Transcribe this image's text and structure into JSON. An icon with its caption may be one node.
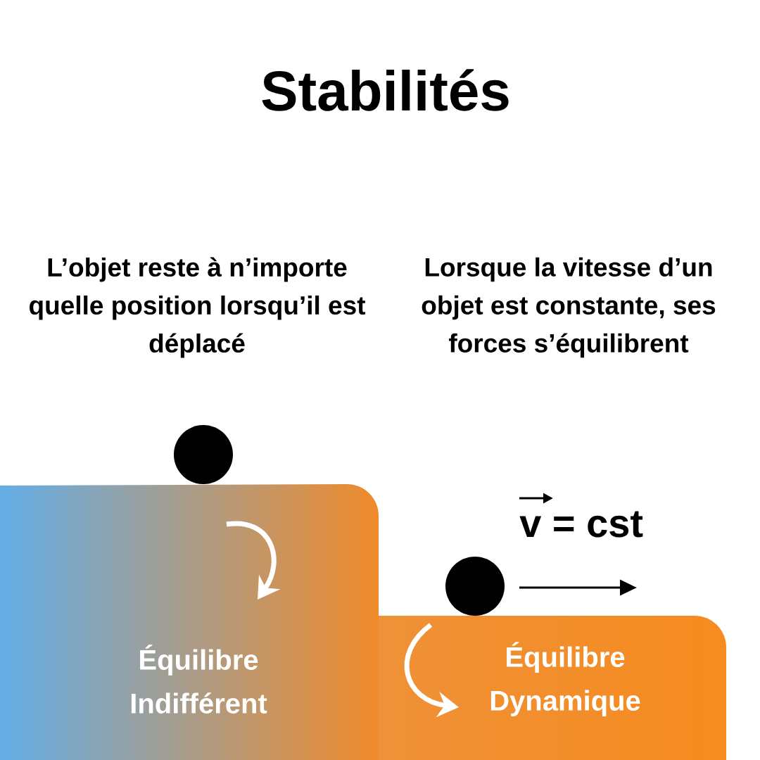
{
  "diagram": {
    "title": "Stabilités",
    "nodes": [
      {
        "text": [
          "Équilibre Indifférent"
        ]
      },
      {
        "text": [
          "Équilibre Dynamique"
        ]
      },
      {
        "text": [],
        "shape": "circle"
      },
      {
        "text": [],
        "shape": "circle"
      }
    ],
    "labels": [
      "L’objet reste à n’importe quelle position lorsqu’il est déplacé",
      "Lorsque la vitesse d’un objet est constante, ses forces s’équilibrent",
      "v = cst"
    ]
  }
}
